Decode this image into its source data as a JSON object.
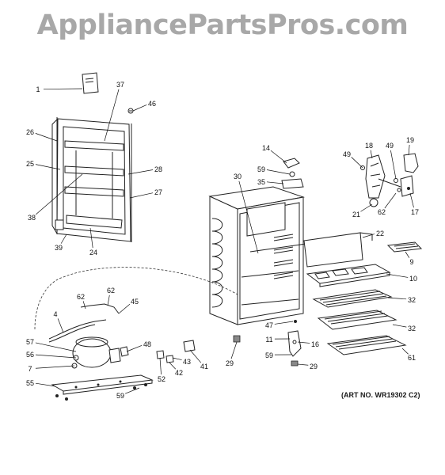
{
  "watermark": "AppliancePartsPros.com",
  "art_number": "(ART NO. WR19302 C2)",
  "callouts": [
    "1",
    "37",
    "46",
    "26",
    "25",
    "28",
    "27",
    "38",
    "39",
    "24",
    "14",
    "59",
    "35",
    "30",
    "18",
    "49",
    "49",
    "19",
    "21",
    "62",
    "17",
    "22",
    "9",
    "10",
    "32",
    "32",
    "61",
    "47",
    "11",
    "16",
    "59",
    "29",
    "29",
    "62",
    "62",
    "45",
    "4",
    "57",
    "56",
    "7",
    "55",
    "59",
    "48",
    "52",
    "42",
    "43",
    "41"
  ]
}
